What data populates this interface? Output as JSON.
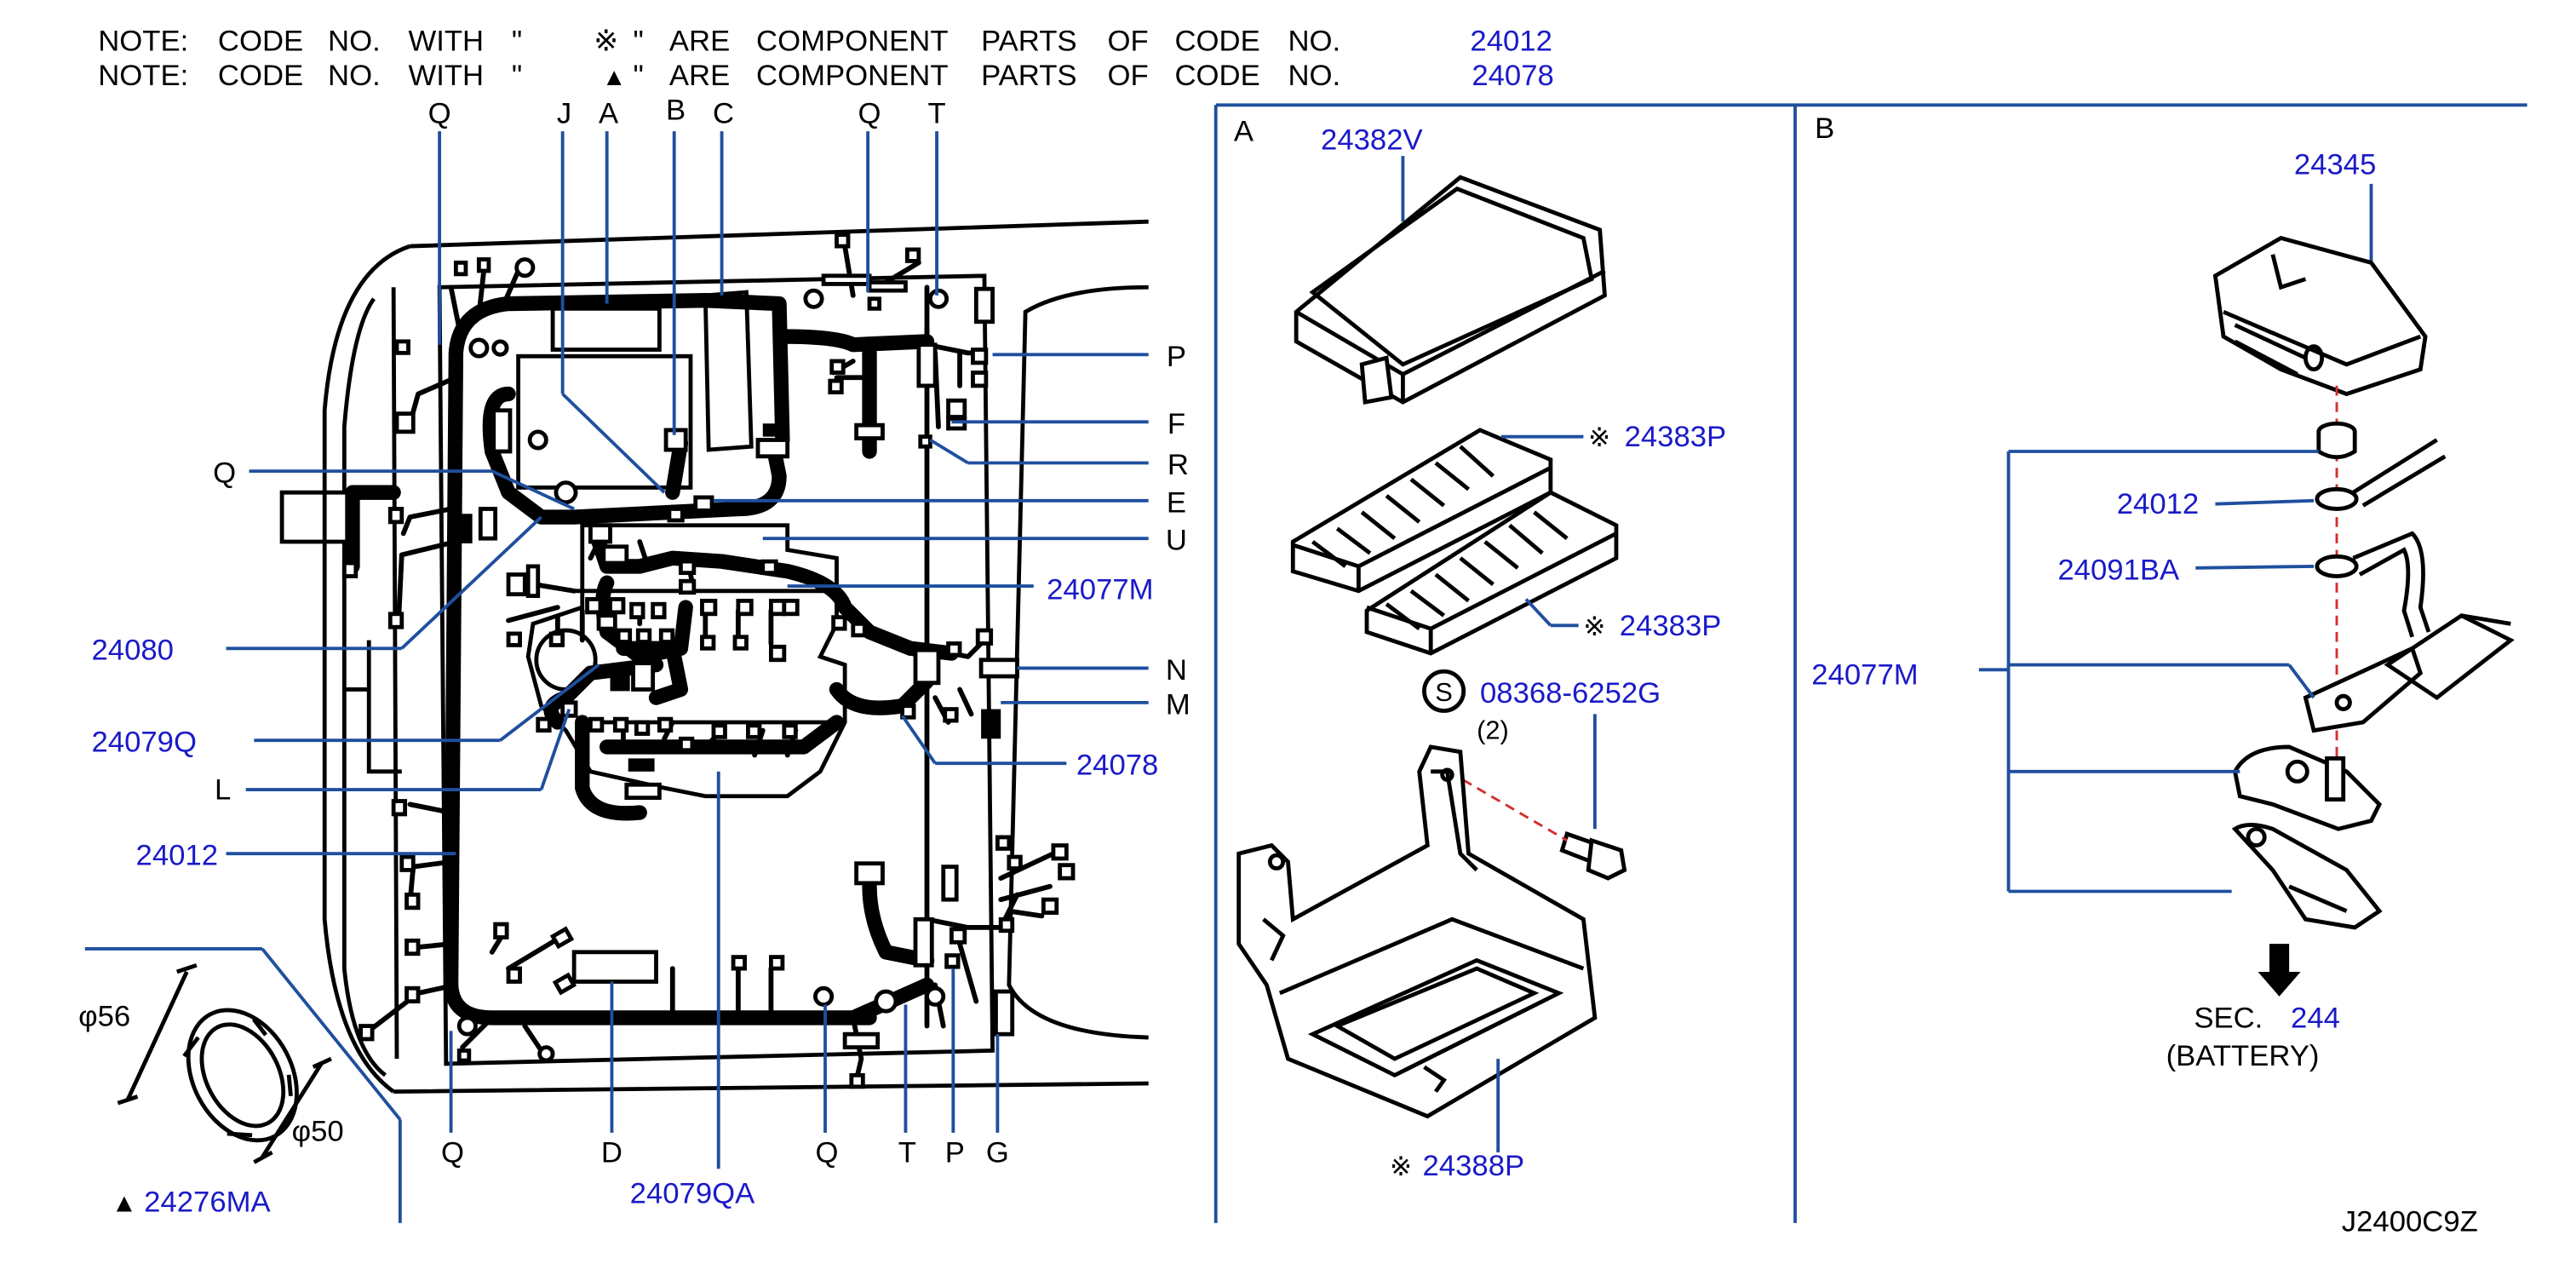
{
  "notes": [
    {
      "words": [
        "NOTE:",
        "CODE",
        "NO.",
        "WITH",
        "\"",
        "※",
        "\"",
        "ARE",
        "COMPONENT",
        "PARTS",
        "OF",
        "CODE",
        "NO."
      ],
      "code": "24012"
    },
    {
      "words": [
        "NOTE:",
        "CODE",
        "NO.",
        "WITH",
        "\"",
        "▲",
        "\"",
        "ARE",
        "COMPONENT",
        "PARTS",
        "OF",
        "CODE",
        "NO."
      ],
      "code": "24078"
    }
  ],
  "main_view": {
    "top_letters": [
      "Q",
      "J",
      "A",
      "B",
      "C",
      "Q",
      "T"
    ],
    "right_letters": [
      "P",
      "F",
      "R",
      "E",
      "U",
      "N",
      "M"
    ],
    "left_letters": [
      "Q",
      "L"
    ],
    "bottom_letters": [
      "Q",
      "D",
      "Q",
      "T",
      "P",
      "G"
    ],
    "part_numbers": {
      "p24080": "24080",
      "p24079q": "24079Q",
      "p24012": "24012",
      "p24077m": "24077M",
      "p24078": "24078",
      "p24079qa": "24079QA"
    }
  },
  "grommet": {
    "dim_outer": "φ56",
    "dim_inner": "φ50",
    "mark": "▲",
    "part_number": "24276MA"
  },
  "section_a": {
    "label": "A",
    "cover": "24382V",
    "fuse_block_upper": {
      "mark": "※",
      "part": "24383P"
    },
    "fuse_block_lower": {
      "mark": "※",
      "part": "24383P"
    },
    "bolt": {
      "symbol": "S",
      "part": "08368-6252G",
      "qty": "(2)"
    },
    "bracket": {
      "mark": "※",
      "part": "24388P"
    }
  },
  "section_b": {
    "label": "B",
    "cover": "24345",
    "nut": "24012",
    "terminal": "24091BA",
    "harness": "24077M",
    "sec_label": "SEC.",
    "sec_number": "244",
    "sec_caption": "(BATTERY)"
  },
  "diagram_code": "J2400C9Z",
  "colors": {
    "link": "#1a1ac8",
    "leader": "#1f4f9e",
    "text": "#000000"
  }
}
